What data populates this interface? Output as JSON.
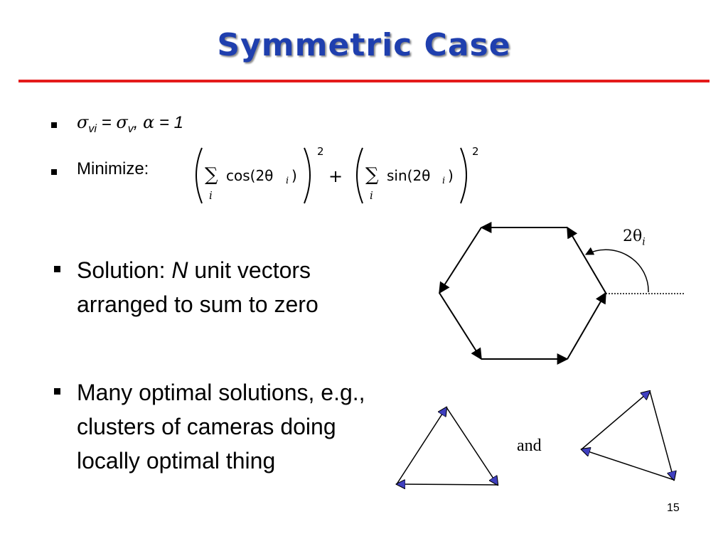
{
  "slide": {
    "title": "Symmetric Case",
    "page_number": "15",
    "colors": {
      "title": "#1f3fae",
      "rule": "#e41b1b",
      "arrowhead": "#3f3fbf"
    }
  },
  "bullets": {
    "condition": {
      "sigma": "σ",
      "sub_vi": "vi",
      "eq1": " = ",
      "sub_v": "v",
      "comma": ", ",
      "alpha": "α",
      "eq2": " = 1"
    },
    "minimize_label": "Minimize:",
    "formula": {
      "sum_symbol": "∑",
      "index": "i",
      "cos_term": "cos(2θ",
      "sin_term": "sin(2θ",
      "close": ")",
      "power": "2",
      "plus": "+"
    },
    "solution": {
      "prefix": "Solution: ",
      "N": "N",
      "suffix": " unit vectors arranged to sum to zero"
    },
    "many": "Many optimal solutions, e.g., clusters of cameras doing locally optimal thing"
  },
  "diagram": {
    "angle_label": "2θ",
    "angle_sub": "i",
    "and_label": "and"
  }
}
